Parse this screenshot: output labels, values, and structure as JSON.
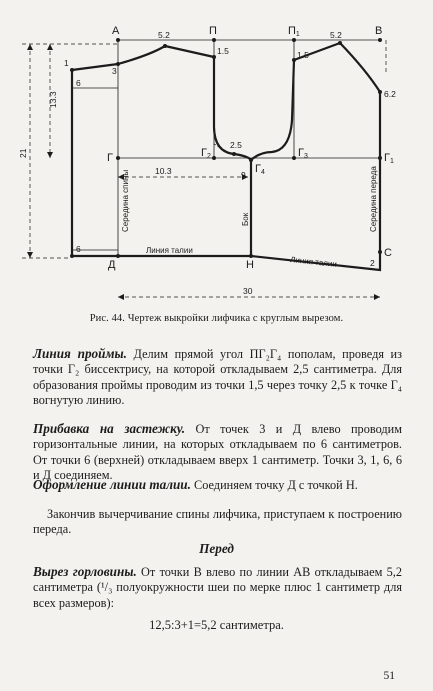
{
  "figure": {
    "labels": {
      "A": "А",
      "P": "П",
      "P1": "П",
      "P1_sub": "1",
      "B": "В",
      "G": "Г",
      "G1": "Г",
      "G1_sub": "1",
      "G2": "Г",
      "G2_sub": "2",
      "G3": "Г",
      "G3_sub": "3",
      "G4": "Г",
      "G4_sub": "4",
      "D": "Д",
      "N": "Н",
      "C": "С",
      "n1": "1",
      "n3": "3",
      "n6a": "6",
      "n6b": "6",
      "n9": "9",
      "n2": "2",
      "m52a": "5.2",
      "m52b": "5.2",
      "m15a": "1.5",
      "m15b": "1.5",
      "m25": "2.5",
      "m62": "6.2",
      "m133": "13.3",
      "m21": "21",
      "m103": "10.3",
      "m30": "30",
      "sredina_spiny": "Середина спины",
      "sredina_pereda": "Середина переда",
      "bok": "Бок",
      "liniya_talii_1": "Линия талии",
      "liniya_talii_2": "Линия талии"
    }
  },
  "caption": "Рис. 44. Чертеж выкройки лифчика с круглым вырезом.",
  "para1": {
    "heading": "Линия проймы.",
    "body": " Делим прямой угол ПГ₂Г₄ пополам, проведя из точки Г₂ биссектрису, на которой откладываем 2,5 сантиметра. Для образования проймы проводим из точки 1,5 через точку 2,5 к точке Г₄ вогнутую линию."
  },
  "para2": {
    "heading": "Прибавка на застежку.",
    "body": " От точек 3 и Д влево проводим горизонтальные линии, на которых откладываем по 6 сантиметров. От точки 6 (верхней) откладываем вверх 1 сантиметр. Точки 3, 1, 6, 6 и Д соединяем."
  },
  "para3": {
    "heading": "Оформление линии талии.",
    "body": " Соединяем точку Д с точкой Н."
  },
  "para4": "Закончив вычерчивание спины лифчика, приступаем к построению переда.",
  "section_title": "Перед",
  "para5": {
    "heading": "Вырез горловины.",
    "body": " От точки В влево по линии АВ откладываем 5,2 сантиметра (¹/₃ полуокружности шеи по мерке плюс 1 сантиметр для всех размеров):"
  },
  "formula": "12,5:3+1=5,2 сантиметра.",
  "page_number": "51"
}
